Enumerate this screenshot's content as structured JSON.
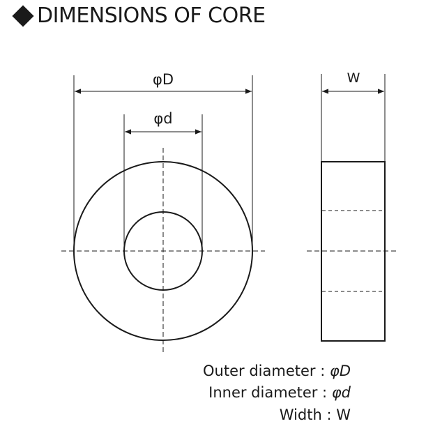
{
  "title": "DIMENSIONS OF CORE",
  "icons": {
    "bullet": "filled-diamond-icon"
  },
  "labels": {
    "outer_diameter": "φD",
    "inner_diameter": "φd",
    "width": "W"
  },
  "legend": [
    {
      "text": "Outer diameter : ",
      "symbol": "φD"
    },
    {
      "text": "Inner diameter : ",
      "symbol": "φd"
    },
    {
      "text": "Width : ",
      "symbol": "W"
    }
  ]
}
